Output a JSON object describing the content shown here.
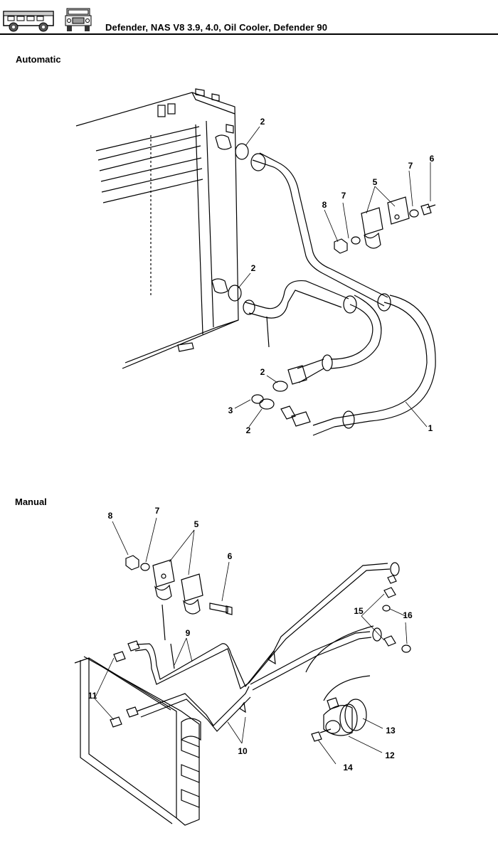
{
  "header": {
    "title": "Defender, NAS V8 3.9, 4.0, Oil Cooler, Defender 90",
    "icons": [
      "vehicle-side-view-icon",
      "vehicle-front-view-icon"
    ]
  },
  "sections": {
    "automatic": {
      "label": "Automatic",
      "callouts": [
        "2",
        "6",
        "7",
        "5",
        "7",
        "8",
        "2",
        "2",
        "3",
        "2",
        "1"
      ]
    },
    "manual": {
      "label": "Manual",
      "callouts": [
        "8",
        "7",
        "5",
        "6",
        "9",
        "15",
        "16",
        "11",
        "10",
        "13",
        "12",
        "14"
      ]
    }
  }
}
